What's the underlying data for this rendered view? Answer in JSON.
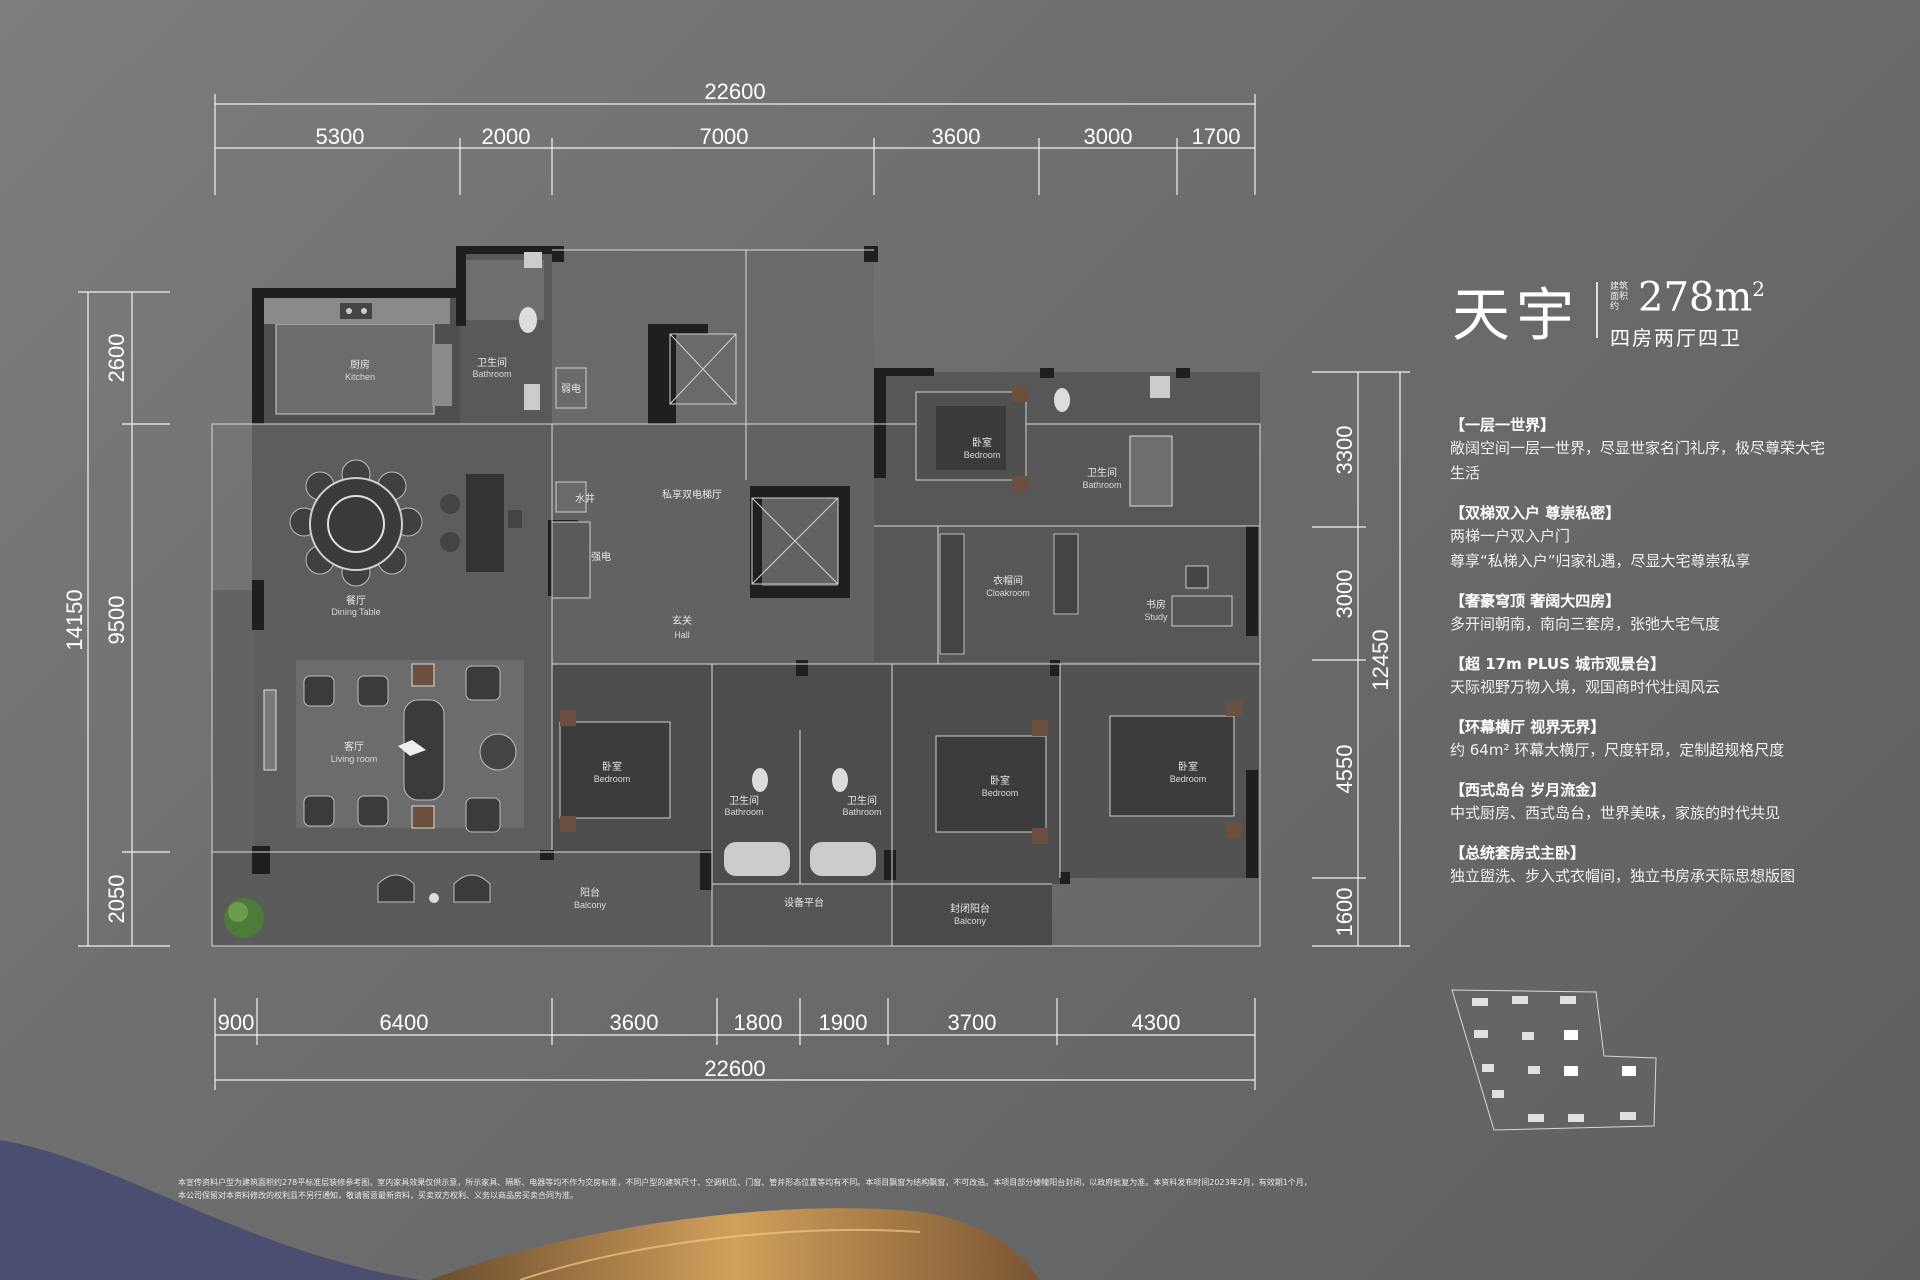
{
  "project": {
    "name": "天宇",
    "area_label": "建筑面积约",
    "area_value": "278m",
    "area_unit_sup": "2",
    "layout_type": "四房两厅四卫"
  },
  "dimensions": {
    "top_total": "22600",
    "top_segments": [
      "5300",
      "2000",
      "7000",
      "3600",
      "3000",
      "1700"
    ],
    "bottom_segments": [
      "900",
      "6400",
      "3600",
      "1800",
      "1900",
      "3700",
      "4300"
    ],
    "bottom_total": "22600",
    "left_total": "14150",
    "left_segments": [
      "2600",
      "9500",
      "2050"
    ],
    "right_total": "12450",
    "right_segments": [
      "3300",
      "3000",
      "4550",
      "1600"
    ]
  },
  "rooms": {
    "kitchen": {
      "cn": "厨房",
      "en": "Kitchen"
    },
    "bath_top": {
      "cn": "卫生间",
      "en": "Bathroom"
    },
    "weak_elec": {
      "cn": "弱电"
    },
    "water_well": {
      "cn": "水井"
    },
    "strong_elec": {
      "cn": "强电"
    },
    "lift_hall": {
      "cn": "私享双电梯厅"
    },
    "dining": {
      "cn": "餐厅",
      "en": "Dining Table"
    },
    "hall": {
      "cn": "玄关",
      "en": "Hall"
    },
    "living": {
      "cn": "客厅",
      "en": "Living room"
    },
    "bedroom_ne": {
      "cn": "卧室",
      "en": "Bedroom"
    },
    "bath_ne": {
      "cn": "卫生间",
      "en": "Bathroom"
    },
    "cloakroom": {
      "cn": "衣帽间",
      "en": "Cloakroom"
    },
    "study": {
      "cn": "书房",
      "en": "Study"
    },
    "bedroom_s1": {
      "cn": "卧室",
      "en": "Bedroom"
    },
    "bath_s1": {
      "cn": "卫生间",
      "en": "Bathroom"
    },
    "bath_s2": {
      "cn": "卫生间",
      "en": "Bathroom"
    },
    "bedroom_s2": {
      "cn": "卧室",
      "en": "Bedroom"
    },
    "bedroom_se": {
      "cn": "卧室",
      "en": "Bedroom"
    },
    "balcony": {
      "cn": "阳台",
      "en": "Balcony"
    },
    "equipment": {
      "cn": "设备平台"
    },
    "closed_balcony": {
      "cn": "封闭阳台",
      "en": "Balcony"
    }
  },
  "features": [
    {
      "heading": "【一层一世界】",
      "lines": [
        "敞阔空间一层一世界，尽显世家名门礼序，极尽尊荣大宅生活"
      ]
    },
    {
      "heading": "【双梯双入户  尊崇私密】",
      "lines": [
        "两梯一户双入户门",
        "尊享“私梯入户”归家礼遇，尽显大宅尊崇私享"
      ]
    },
    {
      "heading": "【奢豪穹顶  奢阔大四房】",
      "lines": [
        "多开间朝南，南向三套房，张弛大宅气度"
      ]
    },
    {
      "heading": "【超 17m PLUS 城市观景台】",
      "lines": [
        "天际视野万物入境，观国商时代壮阔风云"
      ]
    },
    {
      "heading": "【环幕横厅  视界无界】",
      "lines": [
        "约 64m² 环幕大横厅，尺度轩昂，定制超规格尺度"
      ]
    },
    {
      "heading": "【西式岛台  岁月流金】",
      "lines": [
        "中式厨房、西式岛台，世界美味，家族的时代共见"
      ]
    },
    {
      "heading": "【总统套房式主卧】",
      "lines": [
        "独立盥洗、步入式衣帽间，独立书房承天际思想版图"
      ]
    }
  ],
  "disclaimer": "本宣传资料户型为建筑面积约278平标准层装修参考图，室内家具效果仅供示意，所示家具、隔断、电器等均不作为交房标准，不同户型的建筑尺寸、空调机位、门窗、管井形态位置等均有不同。本项目飘窗为结构飘窗，不可改造。本项目部分楼幢阳台封闭，以政府批复为准。本资料发布时间2023年2月，有效期1个月，本公司保留对本资料修改的权利且不另行通知，敬请留意最新资料，买卖双方权利、义务以商品房买卖合同为准。",
  "colors": {
    "background": "#767676",
    "wall": "#1f1f1f",
    "floor": "#5e5e5e",
    "accent_wave": "#b07a3a",
    "wave_blue": "#4a4f72"
  }
}
